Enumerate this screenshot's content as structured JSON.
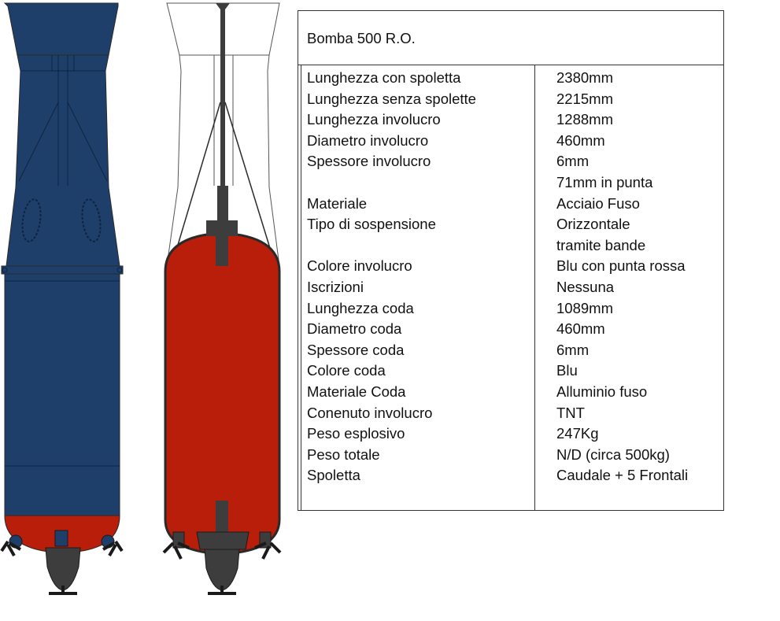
{
  "colors": {
    "casing_blue": "#1f3f6b",
    "nose_red": "#b81e0a",
    "fuze_grey": "#3d3d3d",
    "outline": "#2a2a2a"
  },
  "icons": [
    "bomb-exterior-drawing",
    "bomb-cross-section-drawing"
  ],
  "table": {
    "title": "Bomba 500 R.O.",
    "rows": [
      {
        "label": "Lunghezza con spoletta",
        "value": "2380mm"
      },
      {
        "label": "Lunghezza senza spolette",
        "value": "2215mm"
      },
      {
        "label": "Lunghezza involucro",
        "value": "1288mm"
      },
      {
        "label": "Diametro involucro",
        "value": "460mm"
      },
      {
        "label": "Spessore involucro",
        "value": "6mm"
      },
      {
        "label": "",
        "value": "71mm in punta"
      },
      {
        "label": "Materiale",
        "value": "Acciaio Fuso"
      },
      {
        "label": "Tipo di sospensione",
        "value": "Orizzontale"
      },
      {
        "label": "",
        "value": "tramite bande"
      },
      {
        "label": "Colore involucro",
        "value": "Blu con punta rossa"
      },
      {
        "label": "Iscrizioni",
        "value": "Nessuna"
      },
      {
        "label": "Lunghezza coda",
        "value": "1089mm"
      },
      {
        "label": "Diametro coda",
        "value": "460mm"
      },
      {
        "label": "Spessore coda",
        "value": "6mm"
      },
      {
        "label": "Colore coda",
        "value": "Blu"
      },
      {
        "label": "Materiale Coda",
        "value": "Alluminio fuso"
      },
      {
        "label": "Conenuto involucro",
        "value": "TNT"
      },
      {
        "label": "Peso esplosivo",
        "value": "247Kg"
      },
      {
        "label": "Peso totale",
        "value": "N/D (circa 500kg)"
      },
      {
        "label": "Spoletta",
        "value": "Caudale + 5 Frontali"
      }
    ]
  }
}
